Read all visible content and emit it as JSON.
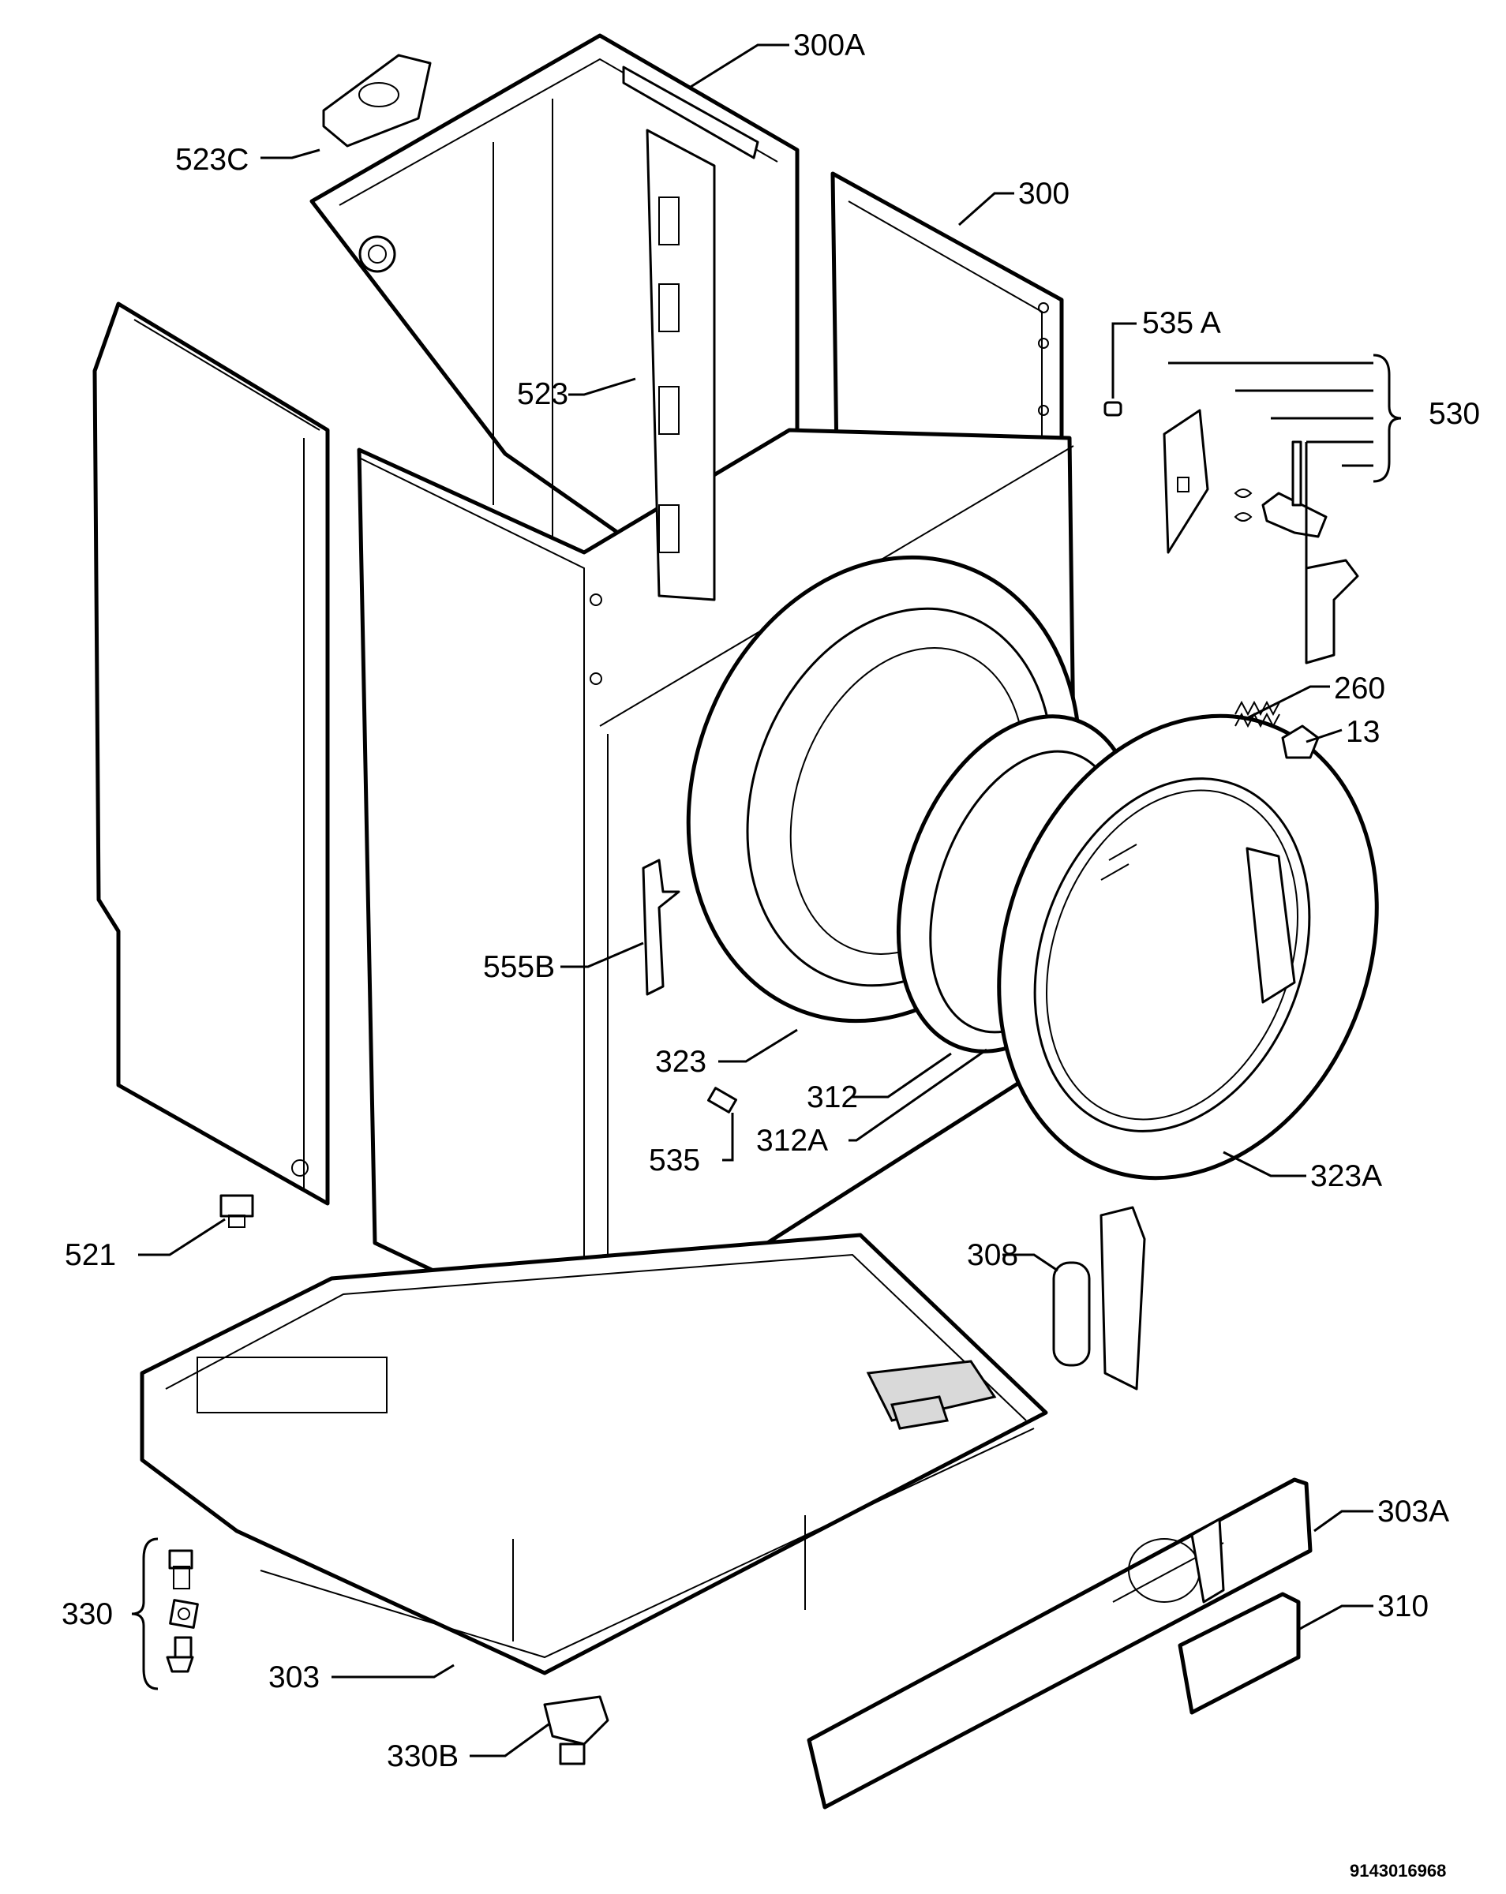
{
  "labels": {
    "l_300A": "300A",
    "l_523C": "523C",
    "l_300": "300",
    "l_535A": "535 A",
    "l_530": "530",
    "l_523": "523",
    "l_260": "260",
    "l_13": "13",
    "l_555B": "555B",
    "l_323": "323",
    "l_312": "312",
    "l_535": "535",
    "l_312A": "312A",
    "l_323A": "323A",
    "l_521": "521",
    "l_308": "308",
    "l_303A": "303A",
    "l_330": "330",
    "l_310": "310",
    "l_303": "303",
    "l_330B": "330B"
  },
  "drawing_code": "9143016968"
}
